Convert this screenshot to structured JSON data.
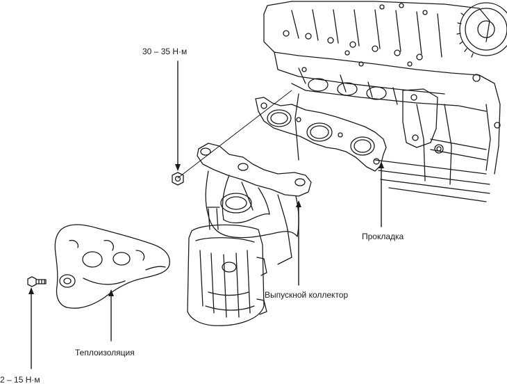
{
  "labels": {
    "torque_top": "30 – 35 Н·м",
    "gasket": "Прокладка",
    "manifold": "Выпускной коллектор",
    "heat_shield": "Теплоизоляция",
    "torque_bottom": "2 – 15 Н·м"
  },
  "colors": {
    "ink": "#1a1a1a",
    "shade": "#6a6a6a",
    "paper": "#ffffff"
  }
}
